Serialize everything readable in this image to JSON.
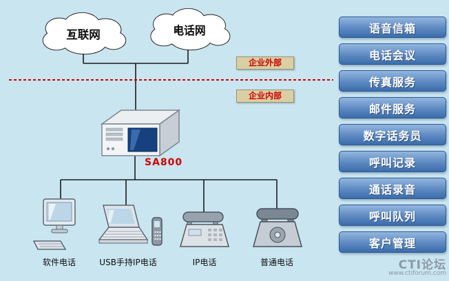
{
  "diagram": {
    "clouds": [
      {
        "id": "internet",
        "label": "互联网"
      },
      {
        "id": "pstn",
        "label": "电话网"
      }
    ],
    "zones": [
      {
        "id": "external",
        "label": "企业外部"
      },
      {
        "id": "internal",
        "label": "企业内部"
      }
    ],
    "server": {
      "label": "SA800",
      "icon": "pbx-server-icon"
    },
    "devices": [
      {
        "label": "软件电话",
        "icon": "desktop-computer-icon"
      },
      {
        "label": "USB手持IP电话",
        "icon": "laptop-with-usb-handset-icon"
      },
      {
        "label": "IP电话",
        "icon": "ip-desk-phone-icon"
      },
      {
        "label": "普通电话",
        "icon": "analog-desk-phone-icon"
      }
    ]
  },
  "sidebar": {
    "items": [
      {
        "id": "voicemail",
        "label": "语音信箱"
      },
      {
        "id": "conference",
        "label": "电话会议"
      },
      {
        "id": "fax",
        "label": "传真服务"
      },
      {
        "id": "mail",
        "label": "邮件服务"
      },
      {
        "id": "auto-attendant",
        "label": "数字话务员"
      },
      {
        "id": "call-log",
        "label": "呼叫记录"
      },
      {
        "id": "call-recording",
        "label": "通话录音"
      },
      {
        "id": "call-queue",
        "label": "呼叫队列"
      },
      {
        "id": "customer-management",
        "label": "客户管理"
      }
    ]
  },
  "watermark": {
    "brand": "CTI论坛",
    "url": "www.ctiforum.com"
  },
  "colors": {
    "background": "#c9e5f0",
    "accent_red": "#d10000",
    "wire": "#1a1a1a",
    "zone_box_bg": "#d9cfa3",
    "zone_box_border": "#9a9478",
    "button_top": "#93b6de",
    "button_mid": "#5d89c2",
    "button_bottom": "#3b6dab",
    "button_border": "#2c5a94",
    "watermark_gray": "#8d99a3"
  }
}
